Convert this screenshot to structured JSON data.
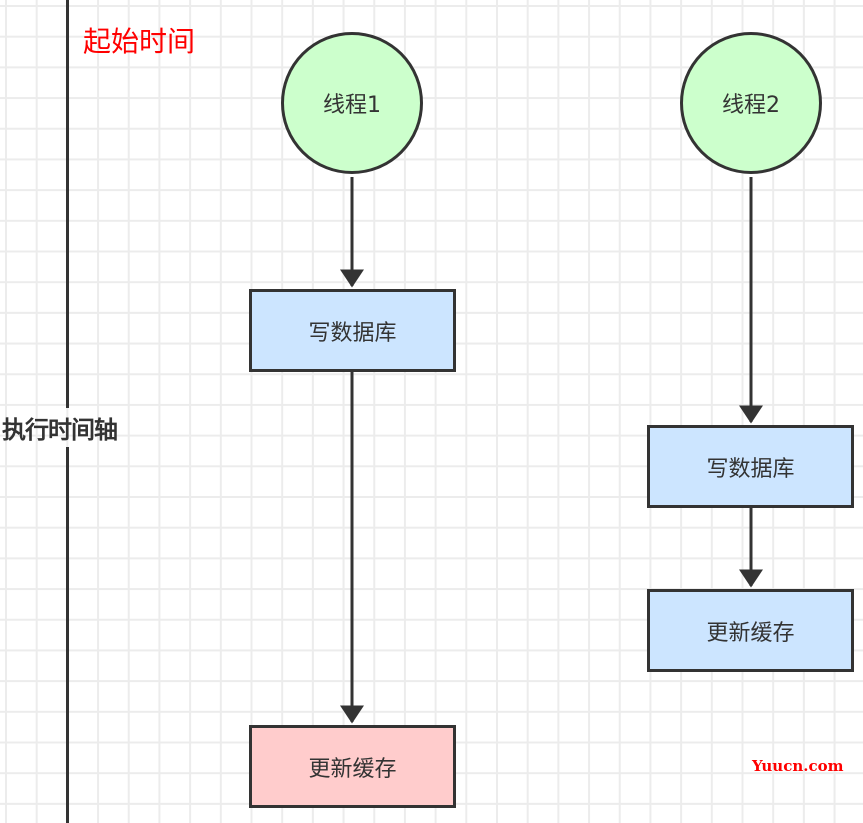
{
  "diagram": {
    "start_label": "起始时间",
    "axis_label": "执行时间轴",
    "colors": {
      "start_label": "#ff0000",
      "thread_fill": "#ccffcc",
      "step_fill": "#cce5ff",
      "highlight_fill": "#ffcccc",
      "stroke": "#333333"
    },
    "threads": [
      {
        "label": "线程1",
        "steps": [
          {
            "label": "写数据库",
            "highlight": false
          },
          {
            "label": "更新缓存",
            "highlight": true
          }
        ]
      },
      {
        "label": "线程2",
        "steps": [
          {
            "label": "写数据库",
            "highlight": false
          },
          {
            "label": "更新缓存",
            "highlight": false
          }
        ]
      }
    ],
    "watermark": "Yuucn.com"
  }
}
